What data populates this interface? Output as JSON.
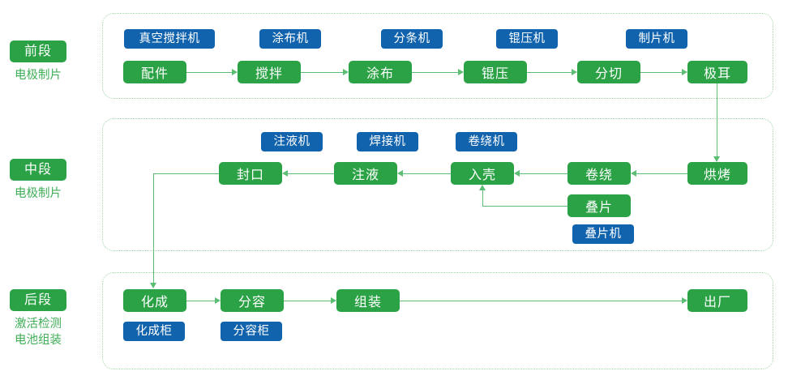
{
  "diagram": {
    "title_present": false,
    "colors": {
      "node_green": "#2BA245",
      "tag_blue": "#1263AD",
      "connector_green": "#5CBE72",
      "container_border": "#9fd4ab",
      "sub_label_green": "#3FAE57",
      "background": "#ffffff"
    }
  },
  "stages": [
    {
      "badge": "前段",
      "sub_lines": [
        "电极制片"
      ],
      "nodes": [
        {
          "label": "配件"
        },
        {
          "label": "搅拌"
        },
        {
          "label": "涂布"
        },
        {
          "label": "锟压"
        },
        {
          "label": "分切"
        },
        {
          "label": "极耳"
        }
      ],
      "tags": [
        {
          "label": "真空搅拌机"
        },
        {
          "label": "涂布机"
        },
        {
          "label": "分条机"
        },
        {
          "label": "锟压机"
        },
        {
          "label": "制片机"
        }
      ]
    },
    {
      "badge": "中段",
      "sub_lines": [
        "电极制片"
      ],
      "nodes": [
        {
          "label": "封口"
        },
        {
          "label": "注液"
        },
        {
          "label": "入壳"
        },
        {
          "label": "卷绕"
        },
        {
          "label": "烘烤"
        },
        {
          "label": "叠片"
        }
      ],
      "tags": [
        {
          "label": "注液机"
        },
        {
          "label": "焊接机"
        },
        {
          "label": "卷绕机"
        },
        {
          "label": "叠片机"
        }
      ]
    },
    {
      "badge": "后段",
      "sub_lines": [
        "激活检测",
        "电池组装"
      ],
      "nodes": [
        {
          "label": "化成"
        },
        {
          "label": "分容"
        },
        {
          "label": "组装"
        },
        {
          "label": "出厂"
        }
      ],
      "tags": [
        {
          "label": "化成柜"
        },
        {
          "label": "分容柜"
        }
      ]
    }
  ]
}
